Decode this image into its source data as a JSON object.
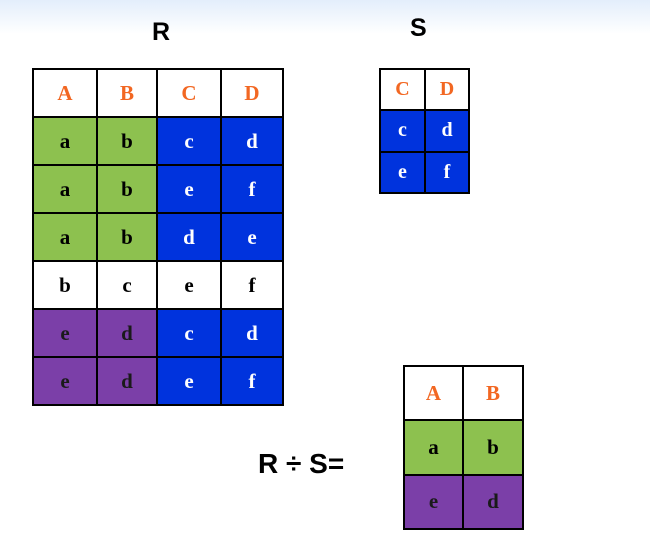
{
  "labels": {
    "r": "R",
    "s": "S",
    "result": "R ÷ S="
  },
  "relation_r": {
    "headers": [
      "A",
      "B",
      "C",
      "D"
    ],
    "rows": [
      [
        "a",
        "b",
        "c",
        "d"
      ],
      [
        "a",
        "b",
        "e",
        "f"
      ],
      [
        "a",
        "b",
        "d",
        "e"
      ],
      [
        "b",
        "c",
        "e",
        "f"
      ],
      [
        "e",
        "d",
        "c",
        "d"
      ],
      [
        "e",
        "d",
        "e",
        "f"
      ]
    ]
  },
  "relation_s": {
    "headers": [
      "C",
      "D"
    ],
    "rows": [
      [
        "c",
        "d"
      ],
      [
        "e",
        "f"
      ]
    ]
  },
  "result": {
    "headers": [
      "A",
      "B"
    ],
    "rows": [
      [
        "a",
        "b"
      ],
      [
        "e",
        "d"
      ]
    ]
  },
  "colors": {
    "header_text": "#f26722",
    "green": "#8dc14f",
    "blue": "#0033dd",
    "purple": "#7b3fa8",
    "white": "#ffffff"
  }
}
